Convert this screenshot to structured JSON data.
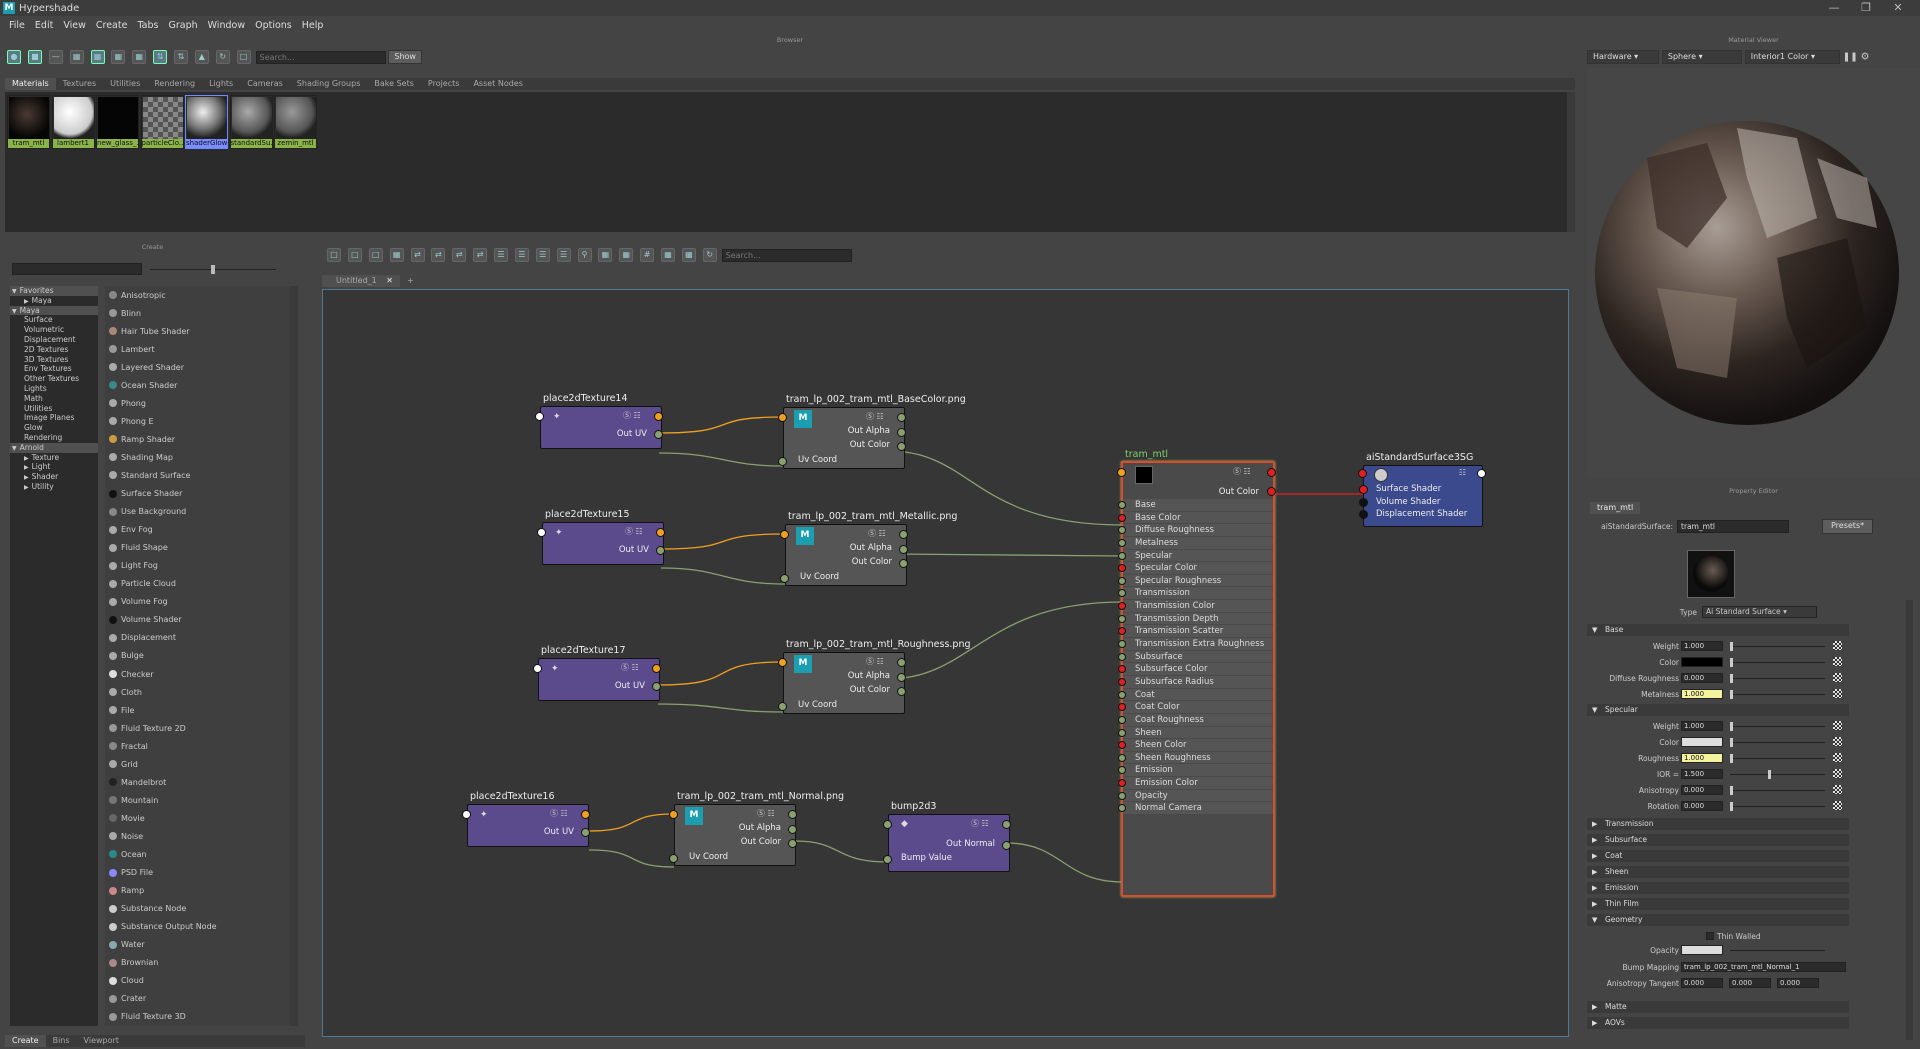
{
  "window": {
    "title": "Hypershade",
    "logo": "M"
  },
  "menu": [
    "File",
    "Edit",
    "View",
    "Create",
    "Tabs",
    "Graph",
    "Window",
    "Options",
    "Help"
  ],
  "browser": {
    "header": "Browser",
    "search_placeholder": "Search...",
    "show_label": "Show",
    "tabs": [
      "Materials",
      "Textures",
      "Utilities",
      "Rendering",
      "Lights",
      "Cameras",
      "Shading Groups",
      "Bake Sets",
      "Projects",
      "Asset Nodes"
    ],
    "swatches": [
      "tram_mtl",
      "lambert1",
      "new_glass_...",
      "particleClo...",
      "shaderGlow1",
      "standardSu...",
      "zemin_mtl"
    ]
  },
  "material_viewer": {
    "header": "Material Viewer",
    "renderer": "Hardware",
    "shape": "Sphere",
    "env": "Interior1 Color"
  },
  "create": {
    "header": "Create",
    "tree": [
      {
        "label": "Favorites",
        "indent": 0,
        "open": true,
        "hl": true
      },
      {
        "label": "Maya",
        "indent": 1,
        "open": false
      },
      {
        "label": "Maya",
        "indent": 0,
        "open": true,
        "hl": true
      },
      {
        "label": "Surface",
        "indent": 1
      },
      {
        "label": "Volumetric",
        "indent": 1
      },
      {
        "label": "Displacement",
        "indent": 1
      },
      {
        "label": "2D Textures",
        "indent": 1
      },
      {
        "label": "3D Textures",
        "indent": 1
      },
      {
        "label": "Env Textures",
        "indent": 1
      },
      {
        "label": "Other Textures",
        "indent": 1
      },
      {
        "label": "Lights",
        "indent": 1
      },
      {
        "label": "Math",
        "indent": 1
      },
      {
        "label": "Utilities",
        "indent": 1
      },
      {
        "label": "Image Planes",
        "indent": 1
      },
      {
        "label": "Glow",
        "indent": 1
      },
      {
        "label": "Rendering",
        "indent": 1
      },
      {
        "label": "Arnold",
        "indent": 0,
        "open": true,
        "hl": true
      },
      {
        "label": "Texture",
        "indent": 1,
        "open": false
      },
      {
        "label": "Light",
        "indent": 1,
        "open": false
      },
      {
        "label": "Shader",
        "indent": 1,
        "open": false
      },
      {
        "label": "Utility",
        "indent": 1,
        "open": false
      }
    ],
    "list": [
      "Anisotropic",
      "Blinn",
      "Hair Tube Shader",
      "Lambert",
      "Layered Shader",
      "Ocean Shader",
      "Phong",
      "Phong E",
      "Ramp Shader",
      "Shading Map",
      "Standard Surface",
      "Surface Shader",
      "Use Background",
      "Env Fog",
      "Fluid Shape",
      "Light Fog",
      "Particle Cloud",
      "Volume Fog",
      "Volume Shader",
      "Displacement",
      "Bulge",
      "Checker",
      "Cloth",
      "File",
      "Fluid Texture 2D",
      "Fractal",
      "Grid",
      "Mandelbrot",
      "Mountain",
      "Movie",
      "Noise",
      "Ocean",
      "PSD File",
      "Ramp",
      "Substance Node",
      "Substance Output Node",
      "Water",
      "Brownian",
      "Cloud",
      "Crater",
      "Fluid Texture 3D"
    ],
    "bottom_tabs": [
      "Create",
      "Bins",
      "Viewport"
    ]
  },
  "graph": {
    "search_placeholder": "Search...",
    "tab": "Untitled_1",
    "add_tab": "+",
    "place_nodes": [
      {
        "name": "place2dTexture14",
        "out": "Out UV"
      },
      {
        "name": "place2dTexture15",
        "out": "Out UV"
      },
      {
        "name": "place2dTexture17",
        "out": "Out UV"
      },
      {
        "name": "place2dTexture16",
        "out": "Out UV"
      }
    ],
    "file_nodes": [
      {
        "name": "tram_lp_002_tram_mtl_BaseColor.png",
        "out_alpha": "Out Alpha",
        "out_color": "Out Color",
        "uv": "Uv Coord"
      },
      {
        "name": "tram_lp_002_tram_mtl_Metallic.png",
        "out_alpha": "Out Alpha",
        "out_color": "Out Color",
        "uv": "Uv Coord"
      },
      {
        "name": "tram_lp_002_tram_mtl_Roughness.png",
        "out_alpha": "Out Alpha",
        "out_color": "Out Color",
        "uv": "Uv Coord"
      },
      {
        "name": "tram_lp_002_tram_mtl_Normal.png",
        "out_alpha": "Out Alpha",
        "out_color": "Out Color",
        "uv": "Uv Coord"
      }
    ],
    "bump": {
      "name": "bump2d3",
      "out": "Out Normal",
      "in": "Bump Value"
    },
    "mtl": {
      "name": "tram_mtl",
      "out": "Out Color",
      "attrs": [
        "Base",
        "Base Color",
        "Diffuse Roughness",
        "Metalness",
        "Specular",
        "Specular Color",
        "Specular Roughness",
        "Transmission",
        "Transmission Color",
        "Transmission Depth",
        "Transmission Scatter",
        "Transmission Extra Roughness",
        "Subsurface",
        "Subsurface Color",
        "Subsurface Radius",
        "Coat",
        "Coat Color",
        "Coat Roughness",
        "Sheen",
        "Sheen Color",
        "Sheen Roughness",
        "Emission",
        "Emission Color",
        "Opacity",
        "Normal Camera"
      ]
    },
    "sg": {
      "name": "aiStandardSurface3SG",
      "attrs": [
        "Surface Shader",
        "Volume Shader",
        "Displacement Shader"
      ]
    }
  },
  "property_editor": {
    "header": "Property Editor",
    "tab": "tram_mtl",
    "type_label": "aiStandardSurface:",
    "name_value": "tram_mtl",
    "presets": "Presets*",
    "type_row_label": "Type",
    "type_value": "Ai Standard Surface",
    "base": {
      "title": "Base",
      "rows": [
        {
          "label": "Weight",
          "value": "1.000"
        },
        {
          "label": "Color",
          "value": ""
        },
        {
          "label": "Diffuse Roughness",
          "value": "0.000"
        },
        {
          "label": "Metalness",
          "value": "1.000"
        }
      ]
    },
    "specular": {
      "title": "Specular",
      "rows": [
        {
          "label": "Weight",
          "value": "1.000"
        },
        {
          "label": "Color",
          "value": ""
        },
        {
          "label": "Roughness",
          "value": "1.000"
        },
        {
          "label": "IOR =",
          "value": "1.500"
        },
        {
          "label": "Anisotropy",
          "value": "0.000"
        },
        {
          "label": "Rotation",
          "value": "0.000"
        }
      ]
    },
    "collapsed": [
      "Transmission",
      "Subsurface",
      "Coat",
      "Sheen",
      "Emission",
      "Thin Film"
    ],
    "geometry": {
      "title": "Geometry",
      "thin_walled": "Thin Walled",
      "opacity_label": "Opacity",
      "bump_label": "Bump Mapping",
      "bump_value": "tram_lp_002_tram_mtl_Normal_1",
      "aniso_label": "Anisotropy Tangent",
      "aniso_values": [
        "0.000",
        "0.000",
        "0.000"
      ]
    },
    "collapsed2": [
      "Matte",
      "AOVs"
    ]
  },
  "colors": {
    "accent": "#5fa8c9",
    "place_node": "#5b4a8c",
    "file_node": "#5a5a5a",
    "mtl_border": "#e04a2a",
    "sg_node": "#3b4a8c",
    "link_orange": "#f0a020",
    "link_green": "#8aa070"
  }
}
